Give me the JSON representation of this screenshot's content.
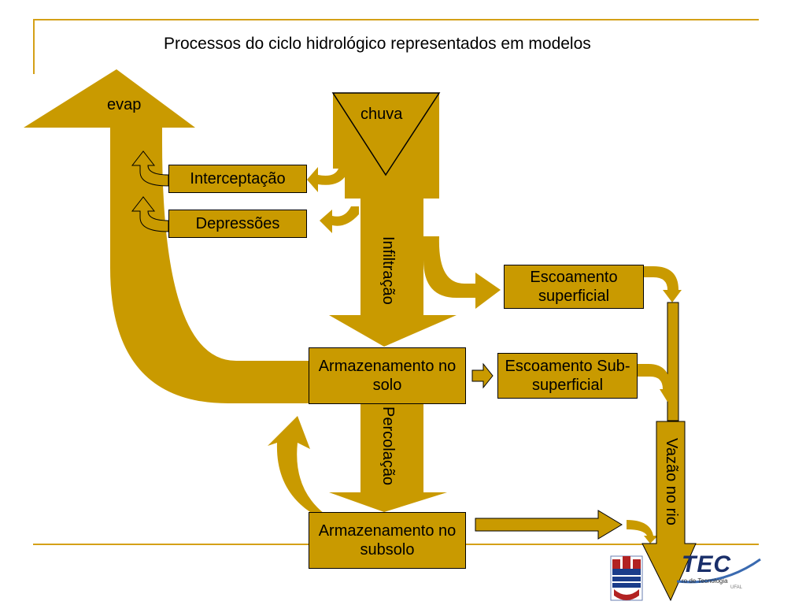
{
  "title": "Processos do ciclo hidrológico representados em modelos",
  "colors": {
    "fill": "#c99a00",
    "line": "#d4a017",
    "stroke": "#000000"
  },
  "nodes": {
    "evap": "evap",
    "chuva": "chuva",
    "interceptacao": "Interceptação",
    "depressoes": "Depressões",
    "infiltracao": "Infiltração",
    "escoamento_superficial": "Escoamento superficial",
    "armazenamento_solo": "Armazenamento no solo",
    "escoamento_subsuperficial": "Escoamento Sub-superficial",
    "percolacao": "Percolação",
    "armazenamento_subsolo": "Armazenamento no subsolo",
    "vazao_rio": "Vazão no rio"
  },
  "logo": {
    "text": "TEC",
    "subtitle": "ro de Tecnologia",
    "subtitle2": "UFAL"
  }
}
